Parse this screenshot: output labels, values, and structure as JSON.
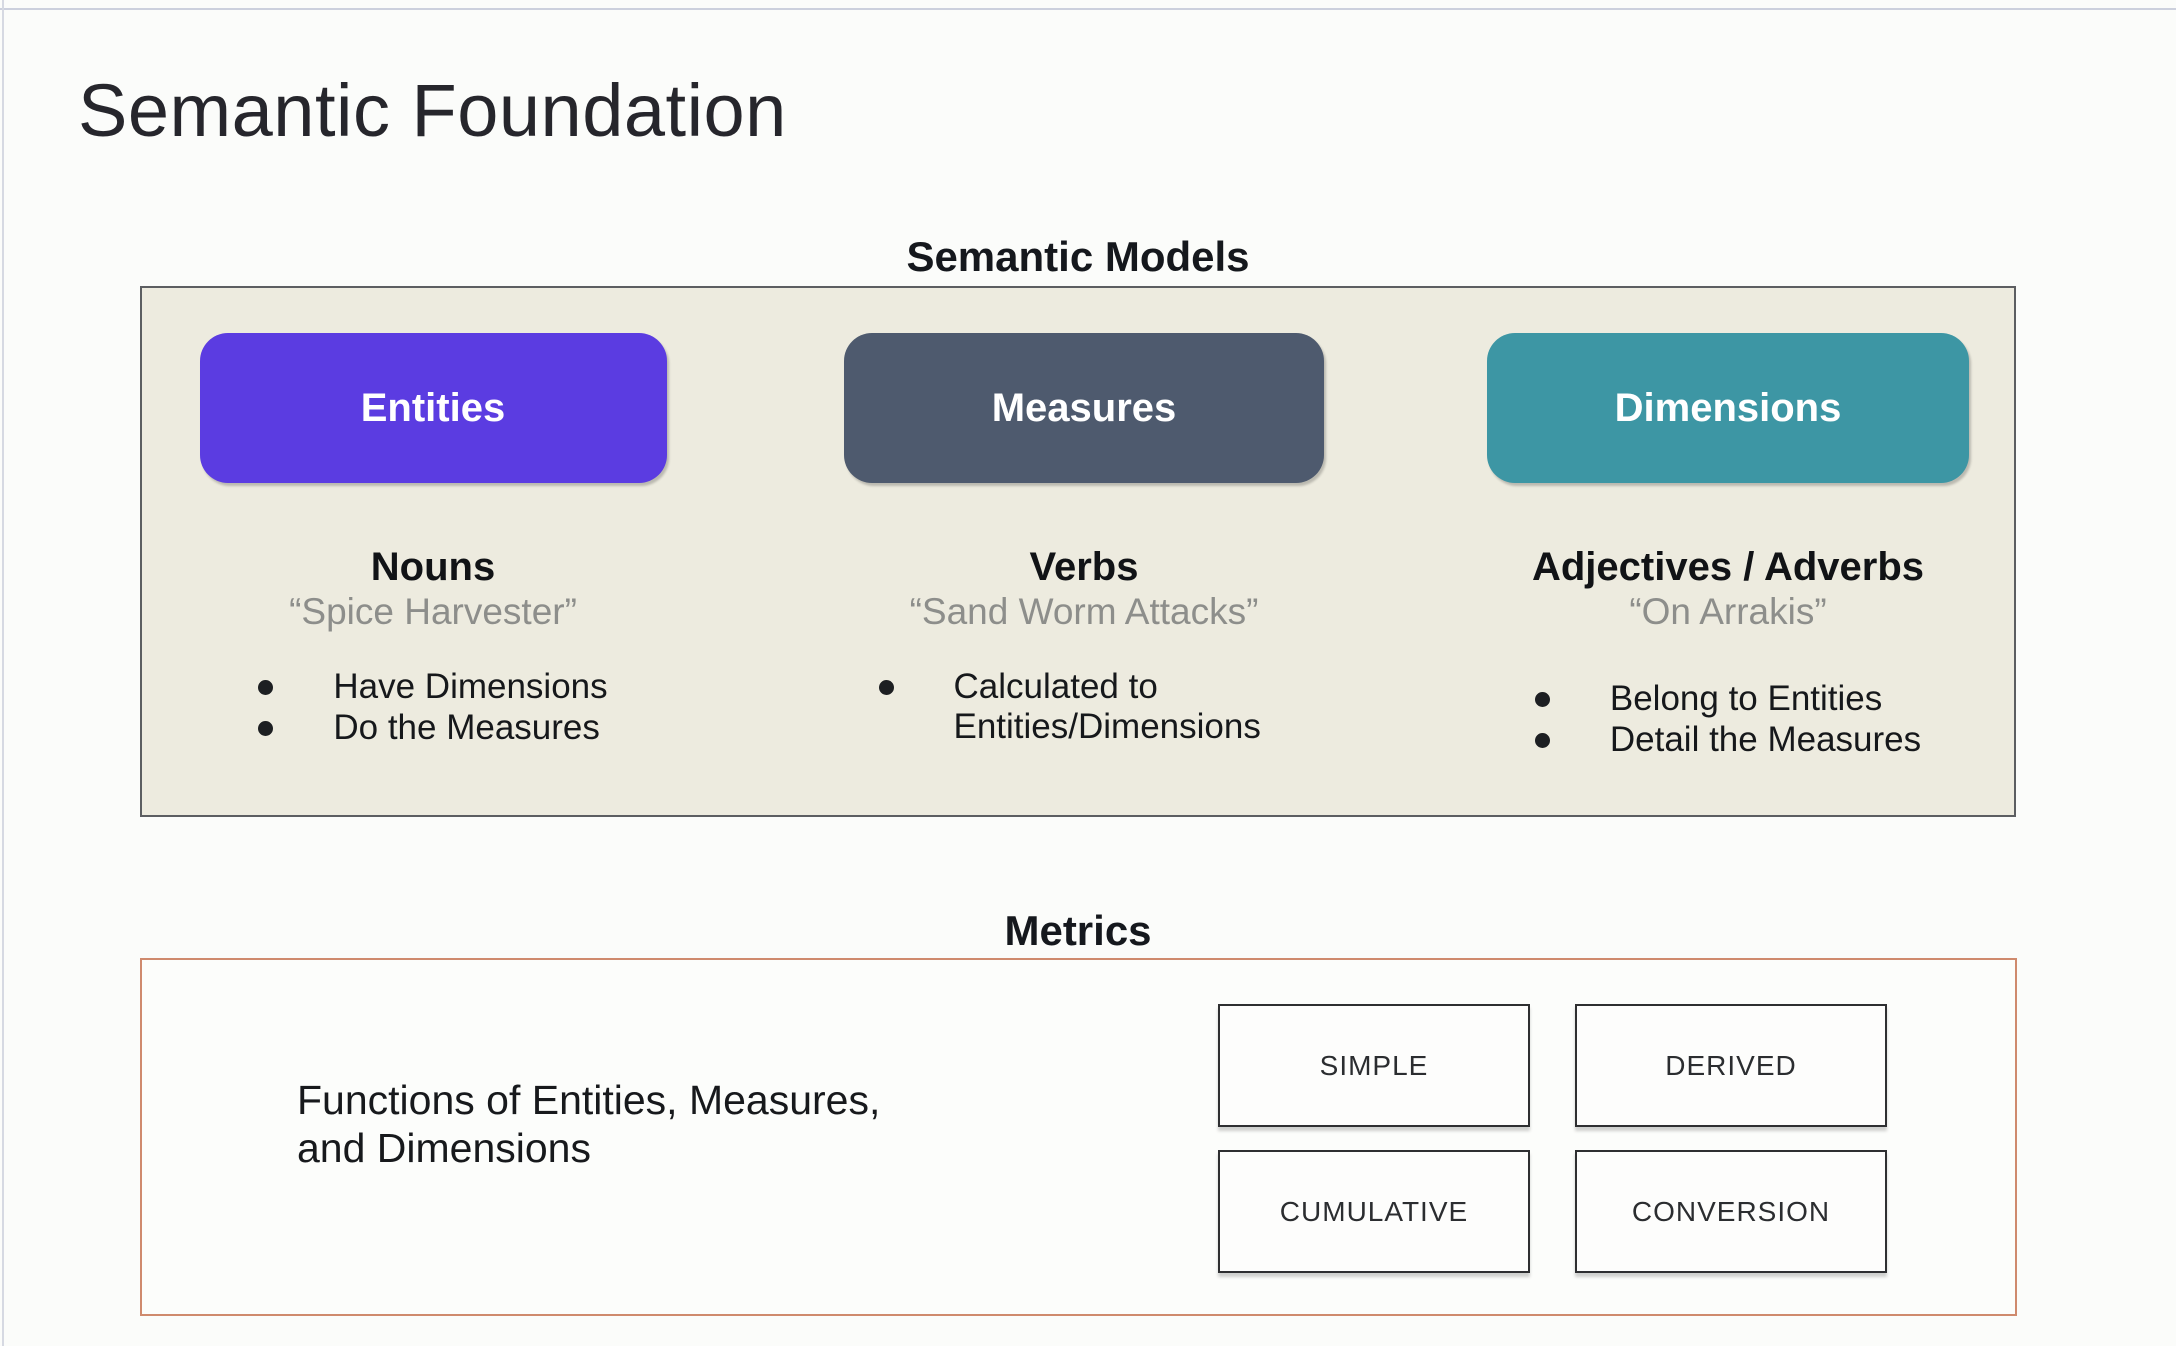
{
  "page": {
    "title": "Semantic Foundation"
  },
  "semantic_models": {
    "heading": "Semantic Models",
    "panel_background": "#edebdf",
    "panel_border_color": "#5c5e61",
    "columns": [
      {
        "pill_label": "Entities",
        "pill_color": "#5b3ce1",
        "role": "Nouns",
        "example": "“Spice Harvester”",
        "bullets": [
          "Have Dimensions",
          "Do the Measures"
        ]
      },
      {
        "pill_label": "Measures",
        "pill_color": "#4e5a6e",
        "role": "Verbs",
        "example": "“Sand Worm Attacks”",
        "bullets": [
          "Calculated to Entities/Dimensions"
        ]
      },
      {
        "pill_label": "Dimensions",
        "pill_color": "#3d96a4",
        "role": "Adjectives / Adverbs",
        "example": "“On Arrakis”",
        "bullets": [
          "Belong to Entities",
          "Detail the Measures"
        ]
      }
    ]
  },
  "metrics": {
    "heading": "Metrics",
    "panel_border_color": "#cf8a6d",
    "description_line1": "Functions of Entities, Measures,",
    "description_line2": "and Dimensions",
    "types": [
      "SIMPLE",
      "DERIVED",
      "CUMULATIVE",
      "CONVERSION"
    ]
  }
}
